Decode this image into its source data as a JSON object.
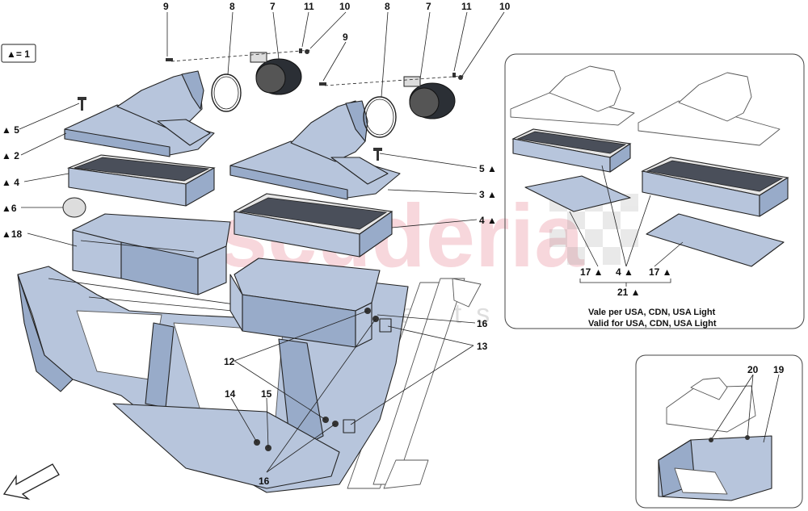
{
  "legend": {
    "text": "▲= 1"
  },
  "watermark": {
    "main": "scuderia",
    "sub": "car parts"
  },
  "callouts": [
    {
      "id": "c9a",
      "text": "9"
    },
    {
      "id": "c8a",
      "text": "8"
    },
    {
      "id": "c7a",
      "text": "7"
    },
    {
      "id": "c11a",
      "text": "11"
    },
    {
      "id": "c10a",
      "text": "10"
    },
    {
      "id": "c9b",
      "text": "9"
    },
    {
      "id": "c8b",
      "text": "8"
    },
    {
      "id": "c7b",
      "text": "7"
    },
    {
      "id": "c11b",
      "text": "11"
    },
    {
      "id": "c10b",
      "text": "10"
    },
    {
      "id": "c5l",
      "text": "▲ 5"
    },
    {
      "id": "c2l",
      "text": "▲ 2"
    },
    {
      "id": "c4l",
      "text": "▲ 4"
    },
    {
      "id": "c6l",
      "text": "▲6"
    },
    {
      "id": "c18l",
      "text": "▲18"
    },
    {
      "id": "c5r",
      "text": "5 ▲"
    },
    {
      "id": "c3r",
      "text": "3 ▲"
    },
    {
      "id": "c4r",
      "text": "4 ▲"
    },
    {
      "id": "c16a",
      "text": "16"
    },
    {
      "id": "c13",
      "text": "13"
    },
    {
      "id": "c12",
      "text": "12"
    },
    {
      "id": "c14",
      "text": "14"
    },
    {
      "id": "c15",
      "text": "15"
    },
    {
      "id": "c16b",
      "text": "16"
    },
    {
      "id": "c17a",
      "text": "17 ▲"
    },
    {
      "id": "c4m",
      "text": "4 ▲"
    },
    {
      "id": "c17b",
      "text": "17 ▲"
    },
    {
      "id": "c21",
      "text": "21 ▲"
    },
    {
      "id": "c20",
      "text": "20"
    },
    {
      "id": "c19",
      "text": "19"
    }
  ],
  "inset_usa": {
    "note_it": "Vale per USA, CDN, USA Light",
    "note_en": "Valid for USA, CDN, USA Light"
  },
  "colors": {
    "part_fill": "#b7c5dc",
    "watermark": "#f2b8c0",
    "line": "#222222"
  }
}
